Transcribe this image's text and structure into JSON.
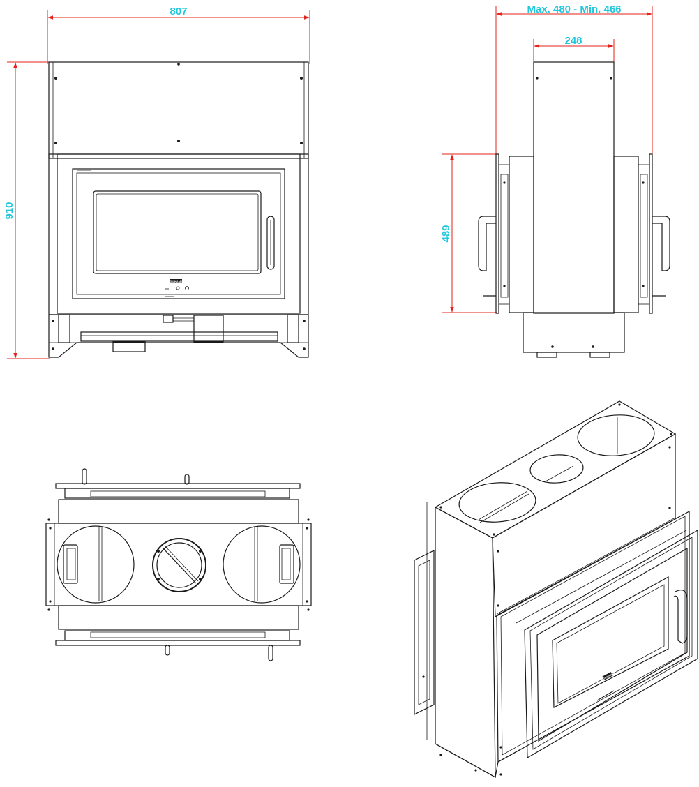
{
  "colors": {
    "dimension_line": "#e4201c",
    "dimension_text": "#22c7dd",
    "drawing_line": "#1a1a1a",
    "background": "#ffffff"
  },
  "views": {
    "front": {
      "width_label": "807",
      "height_label": "910",
      "logo_text": "EDILKAMIN"
    },
    "side": {
      "depth_label": "Max. 480 - Min. 466",
      "collar_label": "248",
      "frame_height_label": "489"
    },
    "top": {},
    "iso": {
      "logo_text": "EDILKAMIN"
    }
  }
}
